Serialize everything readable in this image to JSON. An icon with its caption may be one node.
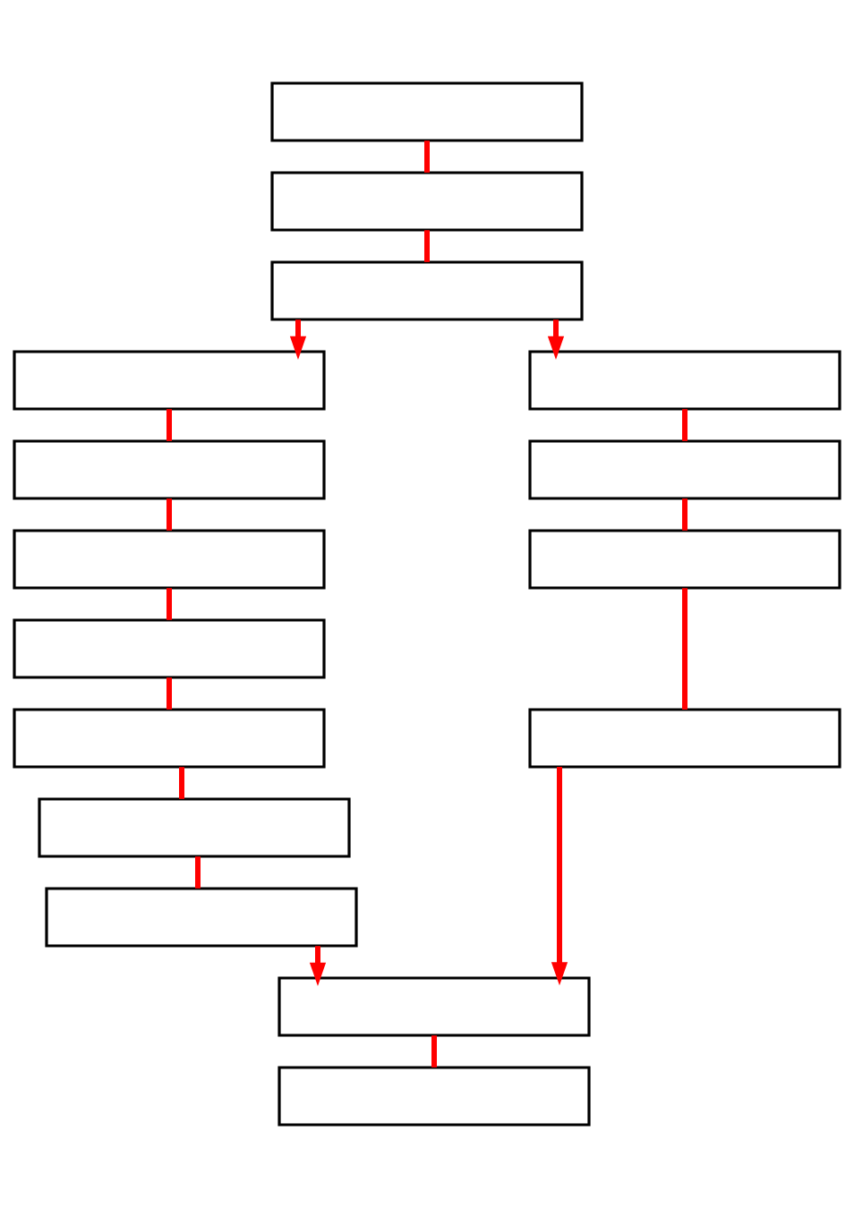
{
  "diagram": {
    "nodes": [
      {
        "text": [],
        "shape": "box"
      },
      {
        "text": [],
        "shape": "box"
      },
      {
        "text": [],
        "shape": "box"
      },
      {
        "text": [],
        "shape": "box"
      },
      {
        "text": [],
        "shape": "box"
      },
      {
        "text": [],
        "shape": "box"
      },
      {
        "text": [],
        "shape": "box"
      },
      {
        "text": [],
        "shape": "box"
      },
      {
        "text": [],
        "shape": "box"
      },
      {
        "text": [],
        "shape": "box"
      },
      {
        "text": [],
        "shape": "box"
      },
      {
        "text": [],
        "shape": "box"
      },
      {
        "text": [],
        "shape": "box"
      },
      {
        "text": [],
        "shape": "box"
      },
      {
        "text": [],
        "shape": "box"
      },
      {
        "text": [],
        "shape": "box"
      }
    ],
    "edges": [
      {
        "from": 0,
        "to": 1,
        "arrow": "none"
      },
      {
        "from": 1,
        "to": 2,
        "arrow": "none"
      },
      {
        "from": 2,
        "to": 3,
        "arrow": "to"
      },
      {
        "from": 2,
        "to": 10,
        "arrow": "to"
      },
      {
        "from": 3,
        "to": 4,
        "arrow": "none"
      },
      {
        "from": 4,
        "to": 5,
        "arrow": "none"
      },
      {
        "from": 5,
        "to": 6,
        "arrow": "none"
      },
      {
        "from": 6,
        "to": 7,
        "arrow": "none"
      },
      {
        "from": 7,
        "to": 8,
        "arrow": "none"
      },
      {
        "from": 8,
        "to": 9,
        "arrow": "none"
      },
      {
        "from": 10,
        "to": 11,
        "arrow": "none"
      },
      {
        "from": 11,
        "to": 12,
        "arrow": "none"
      },
      {
        "from": 12,
        "to": 13,
        "arrow": "none"
      },
      {
        "from": 9,
        "to": 14,
        "arrow": "to"
      },
      {
        "from": 13,
        "to": 14,
        "arrow": "to"
      },
      {
        "from": 14,
        "to": 15,
        "arrow": "none"
      }
    ]
  }
}
